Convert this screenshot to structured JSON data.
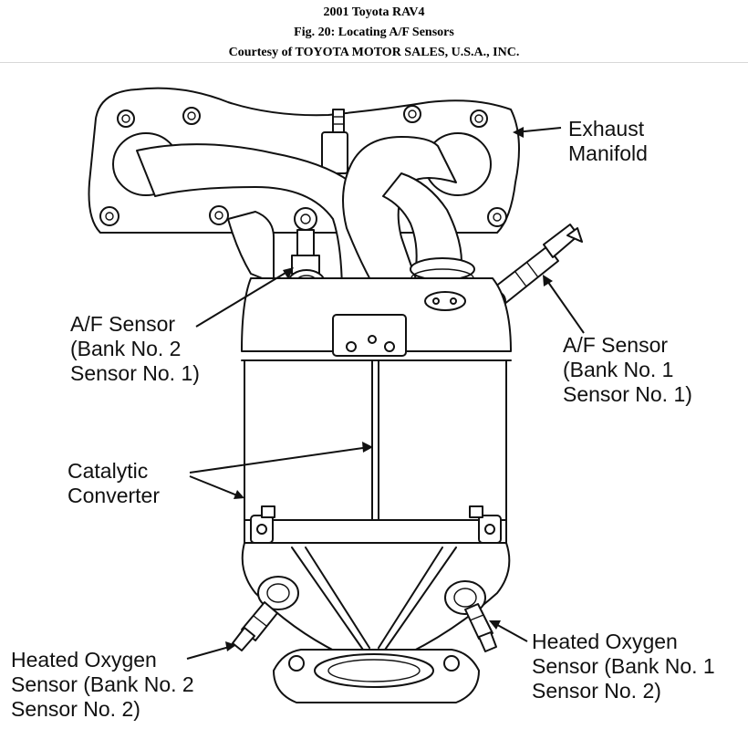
{
  "header": {
    "line1": "2001 Toyota RAV4",
    "line2": "Fig. 20: Locating A/F Sensors",
    "line3": "Courtesy of TOYOTA MOTOR SALES, U.S.A., INC."
  },
  "labels": {
    "exhaust_manifold": [
      "Exhaust",
      "Manifold"
    ],
    "af_sensor_bank2": [
      "A/F Sensor",
      "(Bank No. 2",
      "Sensor No. 1)"
    ],
    "af_sensor_bank1": [
      "A/F Sensor",
      "(Bank No. 1",
      "Sensor No. 1)"
    ],
    "catalytic_converter": [
      "Catalytic",
      "Converter"
    ],
    "heated_o2_bank2": [
      "Heated Oxygen",
      "Sensor (Bank No. 2",
      "Sensor No. 2)"
    ],
    "heated_o2_bank1": [
      "Heated Oxygen",
      "Sensor (Bank No. 1",
      "Sensor No. 2)"
    ]
  }
}
